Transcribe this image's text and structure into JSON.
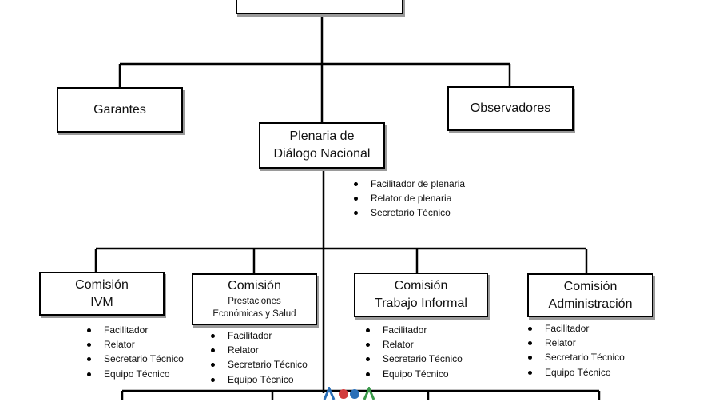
{
  "diagram": {
    "garantes": "Garantes",
    "observadores": "Observadores",
    "plenaria": {
      "line1": "Plenaria de",
      "line2": "Diálogo Nacional"
    },
    "plenaria_roles": [
      "Facilitador de plenaria",
      "Relator de plenaria",
      "Secretario Técnico"
    ],
    "comisiones": [
      {
        "line1": "Comisión",
        "line2": "IVM",
        "roles": [
          "Facilitador",
          "Relator",
          "Secretario Técnico",
          "Equipo Técnico"
        ]
      },
      {
        "line1": "Comisión",
        "line2": "Prestaciones",
        "line3": "Económicas y Salud",
        "roles": [
          "Facilitador",
          "Relator",
          "Secretario Técnico",
          "Equipo Técnico"
        ]
      },
      {
        "line1": "Comisión",
        "line2": "Trabajo Informal",
        "roles": [
          "Facilitador",
          "Relator",
          "Secretario Técnico",
          "Equipo Técnico"
        ]
      },
      {
        "line1": "Comisión",
        "line2": "Administración",
        "roles": [
          "Facilitador",
          "Relator",
          "Secretario Técnico",
          "Equipo Técnico"
        ]
      }
    ]
  },
  "colors": {
    "line": "#000000",
    "box_border": "#000000",
    "shadow": "#9a9a9a"
  }
}
